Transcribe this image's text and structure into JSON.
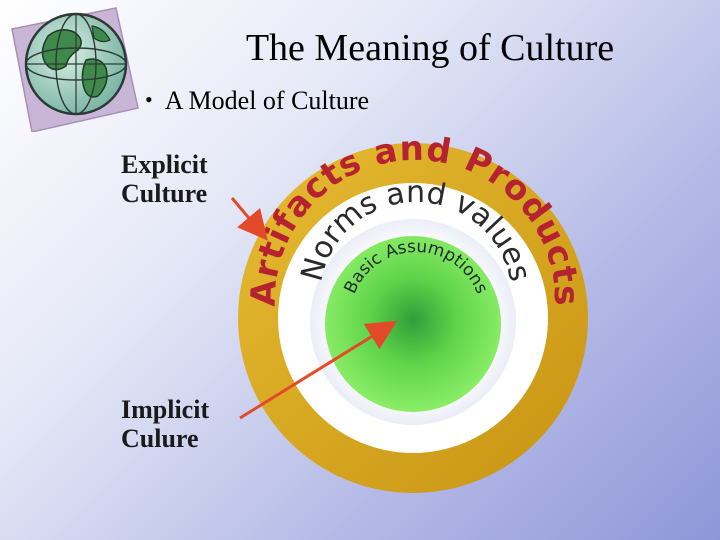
{
  "slide": {
    "title": "The Meaning of Culture",
    "bullet": "A Model of Culture"
  },
  "labels": {
    "explicit_line1": "Explicit",
    "explicit_line2": "Culture",
    "implicit_line1": "Implicit",
    "implicit_line2": "Culure"
  },
  "rings": {
    "outer": "Artifacts and Products",
    "middle": "Norms and values",
    "inner": "Basic Assumptions"
  },
  "colors": {
    "outer_ring": "#d4a520",
    "middle_ring": "#ffffff",
    "inner_core": "#6ee050",
    "arrow": "#e34a2a"
  },
  "icons": {
    "logo": "globe-icon"
  }
}
